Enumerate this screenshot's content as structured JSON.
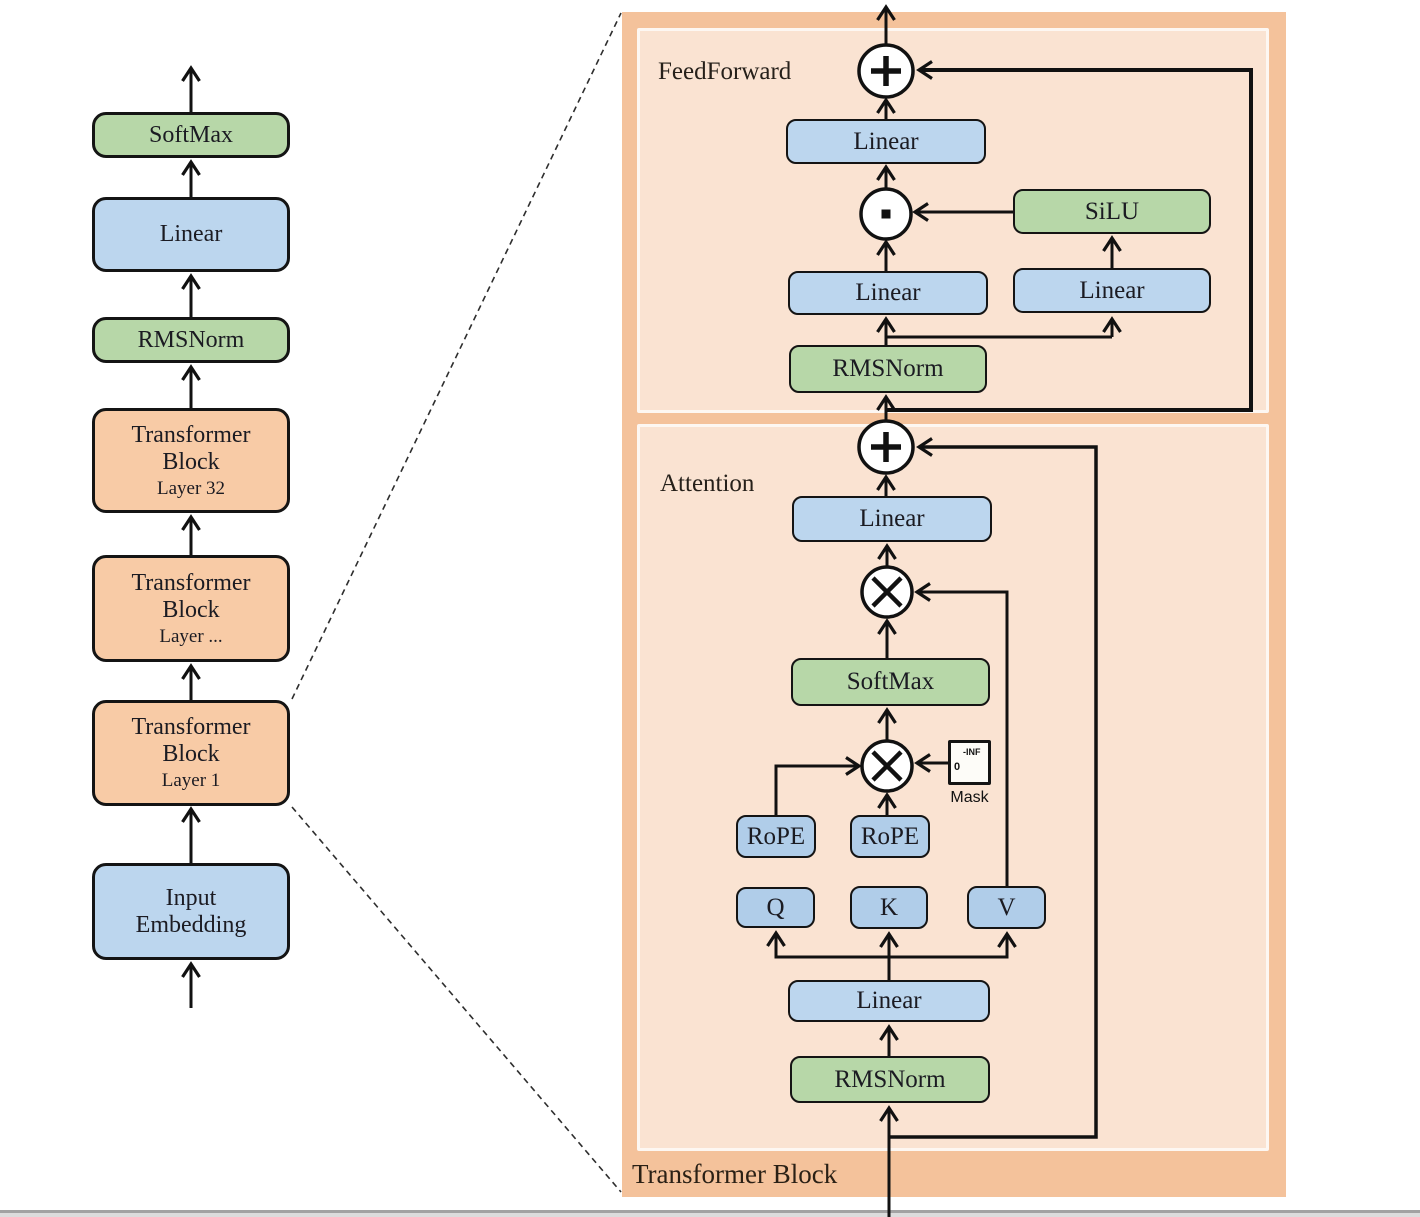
{
  "colors": {
    "green": "#b7d7a8",
    "blue": "#bcd6ee",
    "blue_dark": "#b0cde9",
    "orange_block": "#f8cba6",
    "panel_outer": "#f4c29b",
    "panel_inner": "#fae3d2"
  },
  "left_column": {
    "blocks": [
      {
        "label": "SoftMax"
      },
      {
        "label": "Linear"
      },
      {
        "label": "RMSNorm"
      },
      {
        "label": "Transformer Block",
        "sublabel": "Layer 32"
      },
      {
        "label": "Transformer Block",
        "sublabel": "Layer ..."
      },
      {
        "label": "Transformer Block",
        "sublabel": "Layer 1"
      },
      {
        "label": "Input Embedding"
      }
    ]
  },
  "right_panel": {
    "title": "Transformer Block",
    "feedforward": {
      "label": "FeedForward",
      "linear_out": "Linear",
      "silu": "SiLU",
      "linear_gate": "Linear",
      "linear_up": "Linear",
      "rmsnorm": "RMSNorm"
    },
    "attention": {
      "label": "Attention",
      "linear_out": "Linear",
      "softmax": "SoftMax",
      "rope_q": "RoPE",
      "rope_k": "RoPE",
      "q": "Q",
      "k": "K",
      "v": "V",
      "mask": {
        "label": "Mask",
        "zero": "0",
        "neg_inf": "-INF"
      },
      "linear_in": "Linear",
      "rmsnorm": "RMSNorm"
    },
    "ops": {
      "add": "+",
      "matmul": "×",
      "elementwise_product": "·"
    }
  }
}
